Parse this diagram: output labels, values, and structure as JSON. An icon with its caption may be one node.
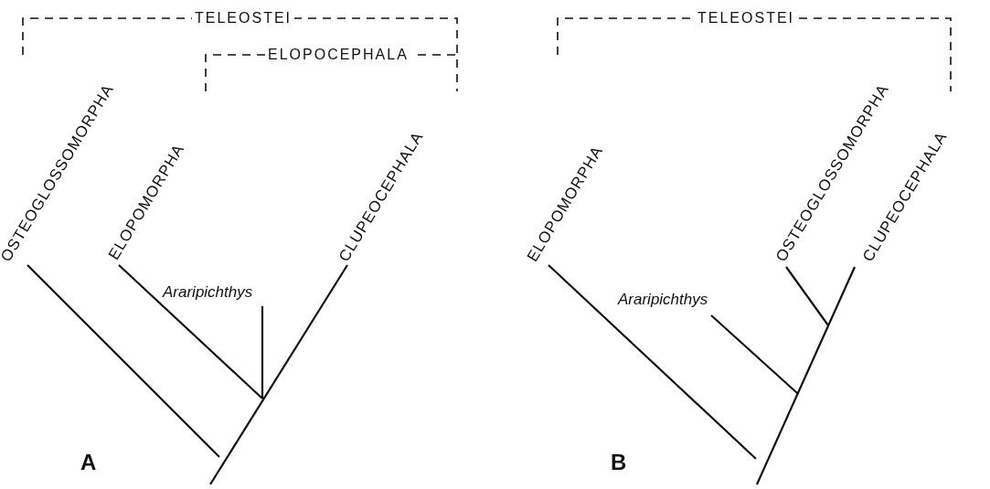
{
  "diagram": {
    "labels": [
      "TELEOSTEI",
      "ELOPOCEPHALA",
      "OSTEOGLOSSOMORPHA",
      "ELOPOMORPHA",
      "CLUPEOCEPHALA",
      "Araripichthys",
      "A",
      "TELEOSTEI",
      "ELOPOMORPHA",
      "OSTEOGLOSSOMORPHA",
      "CLUPEOCEPHALA",
      "Araripichthys",
      "B"
    ]
  }
}
